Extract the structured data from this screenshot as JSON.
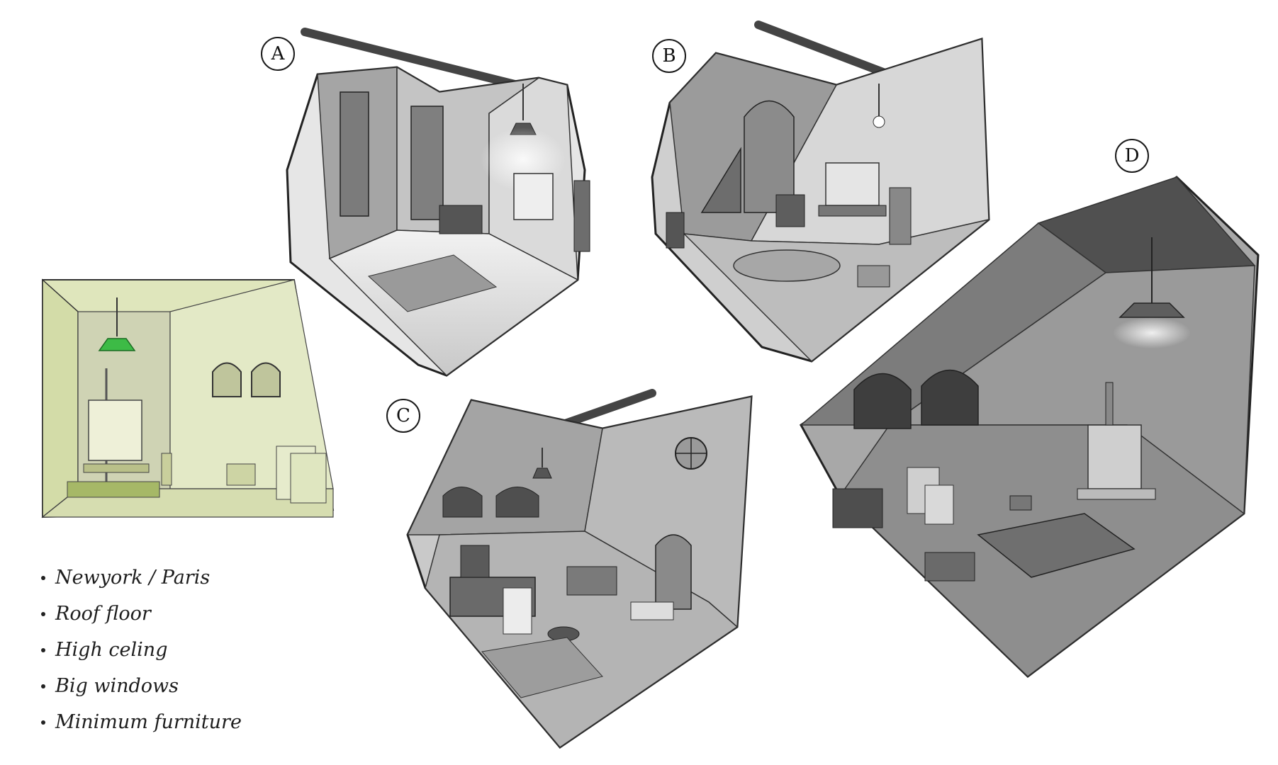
{
  "sketches": {
    "a": {
      "label": "A"
    },
    "b": {
      "label": "B"
    },
    "c": {
      "label": "C"
    },
    "d": {
      "label": "D"
    }
  },
  "notes": [
    "Newyork / Paris",
    "Roof floor",
    "High celing",
    "Big windows",
    "Minimum furniture"
  ],
  "colors": {
    "ink": "#1a1a1a",
    "wall_gray": "#a9a9a9",
    "floor_gray": "#c4c4c4",
    "dark_gray": "#6e6e6e",
    "color_sketch_green": "#d9e2b4",
    "lamp_green": "#3dbb46"
  }
}
